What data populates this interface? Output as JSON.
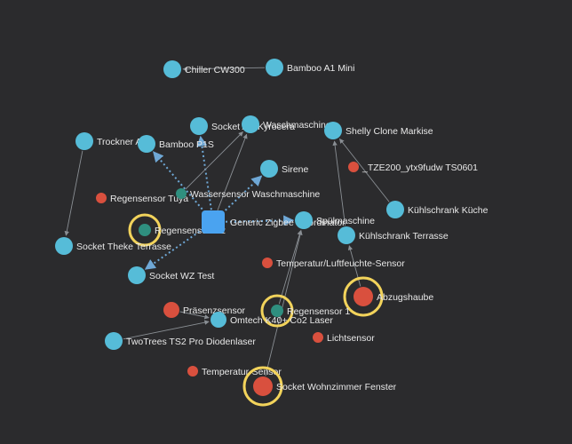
{
  "graph": {
    "colors": {
      "background": "#2b2b2d",
      "router": "#56bcd8",
      "end_device": "#d9503e",
      "coordinator": "#4aa3f0",
      "highlight_ring": "#f2d35b",
      "edge": "#8a8f94",
      "edge_dotted": "#6fa8d6"
    },
    "nodes": [
      {
        "id": "chiller",
        "label": "Chiller CW300",
        "type": "router",
        "highlighted": false
      },
      {
        "id": "bamboo_a1",
        "label": "Bamboo A1 Mini",
        "type": "router",
        "highlighted": false
      },
      {
        "id": "socket_ac",
        "label": "Socket AC Kyrocera",
        "type": "router",
        "highlighted": false
      },
      {
        "id": "waschmaschine",
        "label": "Waschmaschine",
        "type": "router",
        "highlighted": false
      },
      {
        "id": "shelly",
        "label": "Shelly Clone Markise",
        "type": "router",
        "highlighted": false
      },
      {
        "id": "trockner",
        "label": "Trockner AC",
        "type": "router",
        "highlighted": false
      },
      {
        "id": "bamboo_p1s",
        "label": "Bamboo P1S",
        "type": "router",
        "highlighted": false
      },
      {
        "id": "sirene",
        "label": "Sirene",
        "type": "router",
        "highlighted": false
      },
      {
        "id": "tze200",
        "label": "_TZE200_ytx9fudw TS0601",
        "type": "end_device",
        "highlighted": false
      },
      {
        "id": "regensensor_tuya",
        "label": "Regensensor Tuya",
        "type": "end_device",
        "highlighted": false
      },
      {
        "id": "wassersensor",
        "label": "Wassersensor Waschmaschine",
        "type": "router_small",
        "highlighted": false
      },
      {
        "id": "kuehlschrank_kueche",
        "label": "Kühlschrank Küche",
        "type": "router",
        "highlighted": false
      },
      {
        "id": "regensensor_22",
        "label": "Regensensor 2.2",
        "type": "router_small",
        "highlighted": true
      },
      {
        "id": "coordinator",
        "label": "Generic Zigbee Coordinator",
        "type": "coordinator",
        "highlighted": false
      },
      {
        "id": "spuelmaschine",
        "label": "Spülmaschine",
        "type": "router",
        "highlighted": false
      },
      {
        "id": "kuehlschrank_terrasse",
        "label": "Kühlschrank Terrasse",
        "type": "router",
        "highlighted": false
      },
      {
        "id": "socket_theke",
        "label": "Socket Theke Terrasse",
        "type": "router",
        "highlighted": false
      },
      {
        "id": "temp_luft",
        "label": "Temperatur/Luftfeuchte-Sensor",
        "type": "end_device",
        "highlighted": false
      },
      {
        "id": "socket_wz_test",
        "label": "Socket WZ Test",
        "type": "router",
        "highlighted": false
      },
      {
        "id": "abzugshaube",
        "label": "Abzugshaube",
        "type": "end_device",
        "highlighted": true
      },
      {
        "id": "regensensor_1",
        "label": "Regensensor 1",
        "type": "router_small",
        "highlighted": true
      },
      {
        "id": "praesenz",
        "label": "Präsenzsensor",
        "type": "end_device",
        "highlighted": false
      },
      {
        "id": "omtech",
        "label": "Omtech K40+ Co2 Laser",
        "type": "router",
        "highlighted": false
      },
      {
        "id": "lichtsensor",
        "label": "Lichtsensor",
        "type": "end_device",
        "highlighted": false
      },
      {
        "id": "twotrees",
        "label": "TwoTrees TS2 Pro Diodenlaser",
        "type": "router",
        "highlighted": false
      },
      {
        "id": "temp_sensor",
        "label": "Temperatur-Sensor",
        "type": "end_device",
        "highlighted": false
      },
      {
        "id": "socket_wz_fenster",
        "label": "Socket Wohnzimmer Fenster",
        "type": "end_device",
        "highlighted": true
      }
    ],
    "edges": [
      {
        "from": "bamboo_a1",
        "to": "chiller",
        "style": "solid"
      },
      {
        "from": "trockner",
        "to": "socket_theke",
        "style": "solid"
      },
      {
        "from": "coordinator",
        "to": "bamboo_p1s",
        "style": "dotted"
      },
      {
        "from": "coordinator",
        "to": "socket_ac",
        "style": "dotted"
      },
      {
        "from": "coordinator",
        "to": "waschmaschine",
        "style": "solid"
      },
      {
        "from": "coordinator",
        "to": "sirene",
        "style": "dotted"
      },
      {
        "from": "coordinator",
        "to": "socket_wz_test",
        "style": "dotted"
      },
      {
        "from": "coordinator",
        "to": "spuelmaschine",
        "style": "dotted"
      },
      {
        "from": "wassersensor",
        "to": "waschmaschine",
        "style": "solid"
      },
      {
        "from": "kuehlschrank_kueche",
        "to": "shelly",
        "style": "solid"
      },
      {
        "from": "kuehlschrank_terrasse",
        "to": "shelly",
        "style": "solid"
      },
      {
        "from": "abzugshaube",
        "to": "kuehlschrank_terrasse",
        "style": "solid"
      },
      {
        "from": "socket_wz_fenster",
        "to": "spuelmaschine",
        "style": "solid"
      },
      {
        "from": "regensensor_1",
        "to": "spuelmaschine",
        "style": "solid"
      },
      {
        "from": "praesenz",
        "to": "omtech",
        "style": "solid"
      },
      {
        "from": "twotrees",
        "to": "omtech",
        "style": "solid"
      }
    ]
  }
}
